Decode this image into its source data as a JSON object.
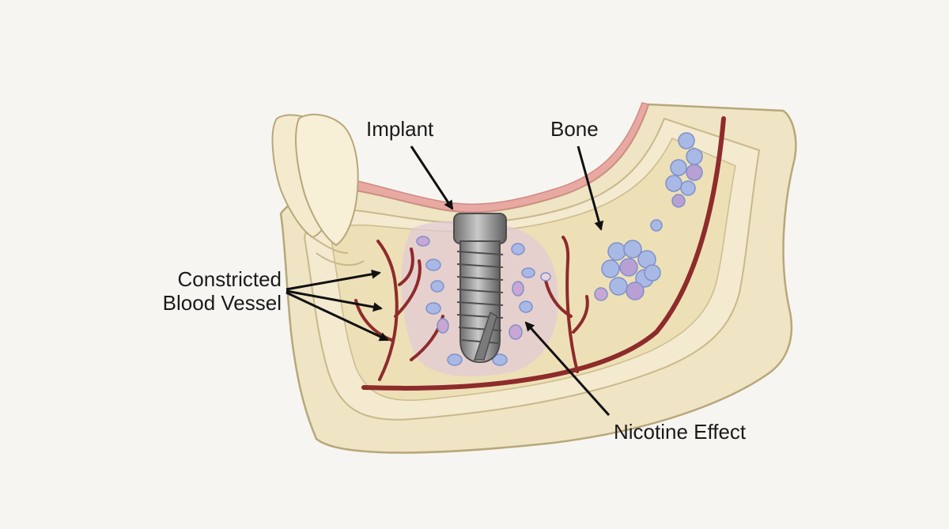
{
  "labels": {
    "implant": "Implant",
    "bone": "Bone",
    "vessel_line1": "Constricted",
    "vessel_line2": "Blood Vessel",
    "nicotine": "Nicotine Effect"
  },
  "colors": {
    "background": "#f6f5f1",
    "bone": "#efe4c3",
    "bone_inner": "#e7d9b0",
    "bone_outline": "#b8a77a",
    "gum": "#e8a9a3",
    "tooth": "#f4ebcf",
    "vessel": "#8e2b2b",
    "implant": "#8c8c8c",
    "inflammation": "#e2c9d6",
    "cell_blue": "#a9b9e6",
    "cell_purple": "#a07ab8",
    "arrow": "#111111"
  }
}
